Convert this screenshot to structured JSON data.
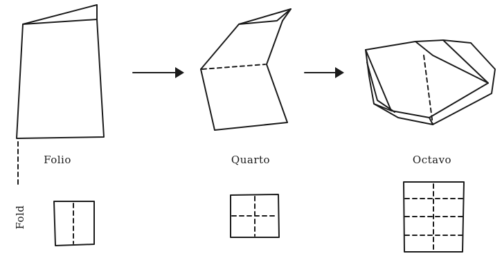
{
  "labels": {
    "folio": "Folio",
    "quarto": "Quarto",
    "octavo": "Octavo",
    "fold": "Fold"
  }
}
